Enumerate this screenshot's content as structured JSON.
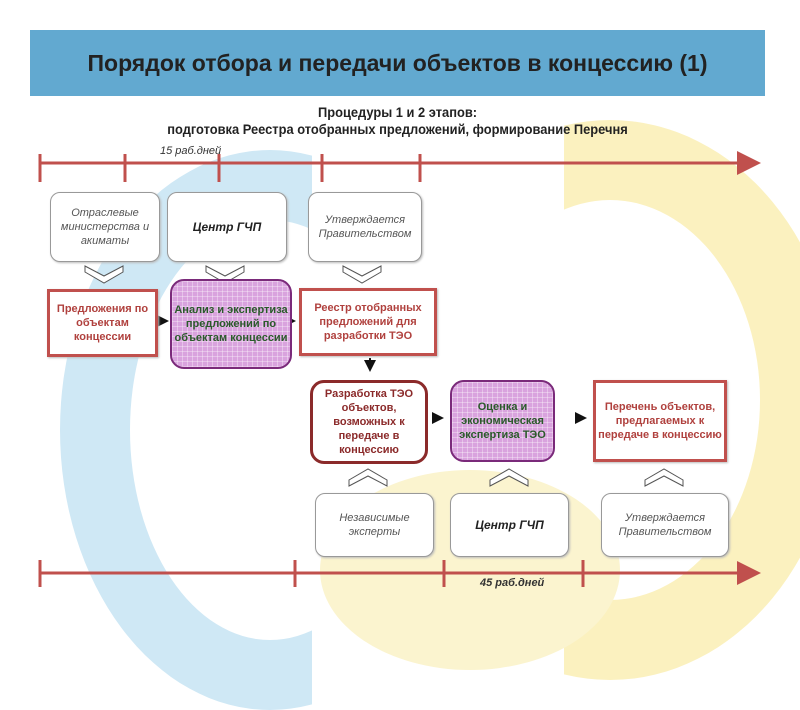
{
  "title": "Порядок отбора и передачи объектов в концессию (1)",
  "subtitle_line1": "Процедуры 1 и 2 этапов:",
  "subtitle_line2": "подготовка Реестра отобранных предложений, формирование Перечня",
  "timeline_top_label": "15 раб.дней",
  "timeline_bottom_label": "45 раб.дней",
  "top_actors": [
    "Отраслевые министерства и акиматы",
    "Центр ГЧП",
    "Утверждается Правительством"
  ],
  "row1": [
    "Предложения по объектам концессии",
    "Анализ и экспертиза предложений по объектам концессии",
    "Реестр отобранных предложений для разработки ТЭО"
  ],
  "row2": [
    "Разработка ТЭО объектов, возможных к передаче в концессию",
    "Оценка и экономическая экспертиза ТЭО",
    "Перечень объектов, предлагаемых к передаче в концессию"
  ],
  "bottom_actors": [
    "Независимые эксперты",
    "Центр ГЧП",
    "Утверждается Правительством"
  ],
  "colors": {
    "title_bar": "#62a9d0",
    "timeline": "#c0504d",
    "box_border": "#c0504d",
    "expert_fill": "#d9a3de"
  }
}
